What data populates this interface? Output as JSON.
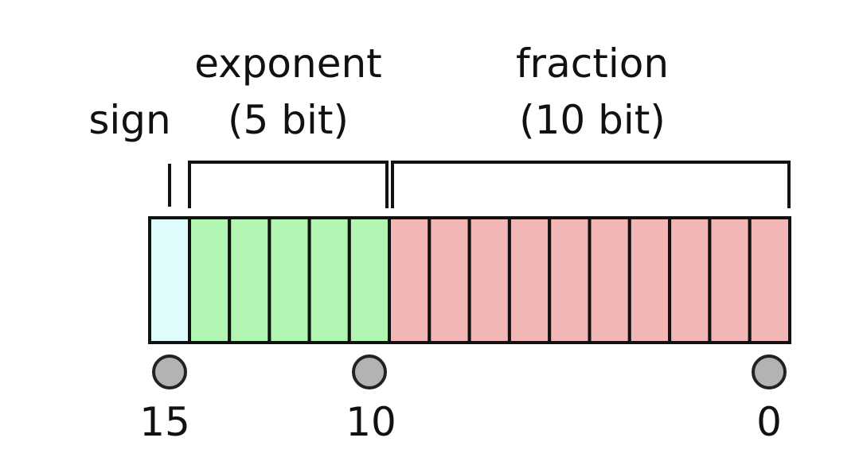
{
  "fields": {
    "sign": {
      "label": "sign"
    },
    "exponent": {
      "label": "exponent",
      "size_label": "(5 bit)"
    },
    "fraction": {
      "label": "fraction",
      "size_label": "(10 bit)"
    }
  },
  "bit_positions": {
    "high": "15",
    "mid": "10",
    "low": "0"
  },
  "colors": {
    "sign": "#dffbfb",
    "exponent": "#b3f6b3",
    "fraction": "#f2b6b6",
    "marker": "#b3b3b3",
    "stroke": "#111111"
  }
}
